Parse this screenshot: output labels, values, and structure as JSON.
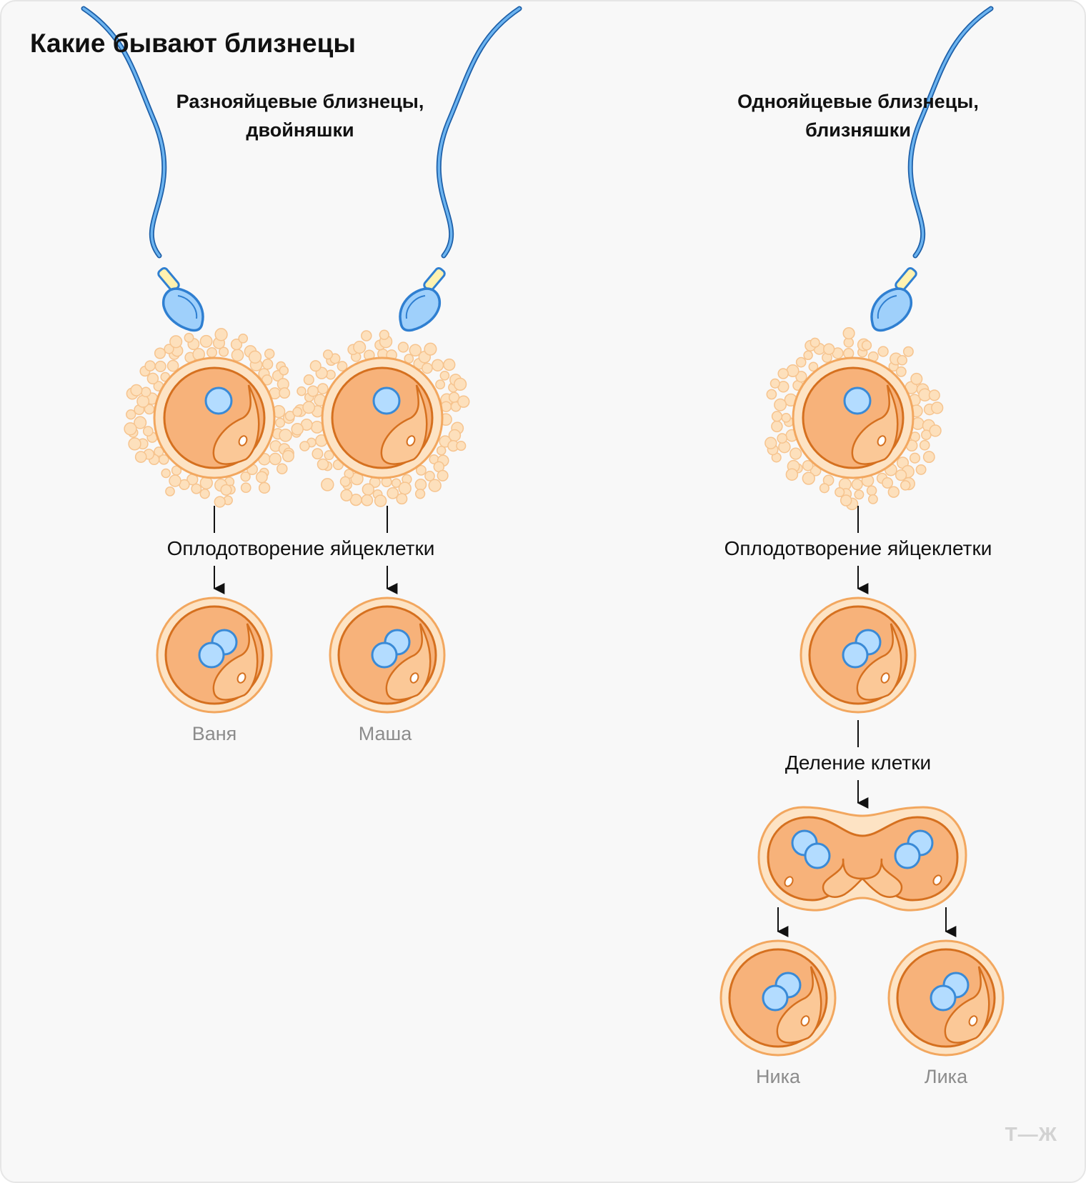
{
  "title": "Какие бывают близнецы",
  "left": {
    "heading_line1": "Разнояйцевые близнецы,",
    "heading_line2": "двойняшки",
    "step": "Оплодотворение яйцеклетки",
    "names": [
      "Ваня",
      "Маша"
    ]
  },
  "right": {
    "heading_line1": "Однояйцевые близнецы,",
    "heading_line2": "близняшки",
    "step1": "Оплодотворение яйцеклетки",
    "step2": "Деление клетки",
    "names": [
      "Ника",
      "Лика"
    ]
  },
  "logo": "Т—Ж",
  "colors": {
    "cell_fill": "#f7b27a",
    "cell_stroke": "#e07a2c",
    "nucleus_fill": "#b3dcff",
    "nucleus_stroke": "#3a8ad6",
    "granule_fill": "#fde0bc",
    "sperm_stroke": "#2f7fd1"
  }
}
